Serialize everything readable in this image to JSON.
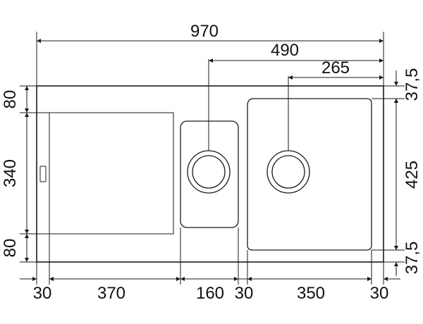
{
  "dimensions": {
    "overall_width": "970",
    "bowl_to_edge": "490",
    "drain_to_edge": "265",
    "top_margin_left": "80",
    "bowl_depth_left": "340",
    "bottom_margin_left": "80",
    "top_margin_right": "37,5",
    "bowl_depth_right": "425",
    "bottom_margin_right": "37,5",
    "bottom_segments": [
      "30",
      "370",
      "160",
      "30",
      "350",
      "30"
    ]
  }
}
